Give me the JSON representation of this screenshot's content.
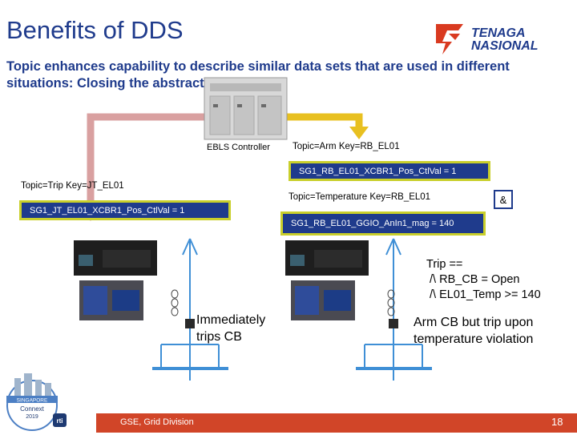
{
  "slide": {
    "title": "Benefits of DDS",
    "subtitle": "Topic enhances capability to describe similar data sets that are used in different situations: Closing the abstraction gap"
  },
  "logo": {
    "line1": "TENAGA",
    "line2": "NASIONAL"
  },
  "controller": {
    "label": "EBLS Controller"
  },
  "topics": {
    "arm": "Topic=Arm Key=RB_EL01",
    "arm_sample": "SG1_RB_EL01_XCBR1_Pos_CtlVal = 1",
    "trip": "Topic=Trip Key=JT_EL01",
    "trip_sample": "SG1_JT_EL01_XCBR1_Pos_CtlVal = 1",
    "temperature": "Topic=Temperature Key=RB_EL01",
    "temperature_sample": "SG1_RB_EL01_GGIO_AnIn1_mag = 140",
    "and_operator": "&"
  },
  "left_ied": {
    "caption": "Immediately\ntrips CB"
  },
  "right_ied": {
    "condition": "Trip ==\n /\\ RB_CB = Open\n /\\ EL01_Temp >= 140",
    "caption": "Arm CB but trip upon\ntemperature violation"
  },
  "footer": {
    "division": "GSE, Grid Division",
    "page": "18"
  },
  "badge": {
    "line1": "SINGAPORE",
    "line2": "Connext",
    "line3": "2019",
    "brand": "rti"
  },
  "colors": {
    "title_blue": "#1f3b8c",
    "pink_arrow": "#d9a0a0",
    "yellow_arrow": "#e8c020",
    "box_fill": "#1f3b8c",
    "box_border": "#c9cf2b",
    "footer_red": "#d14528",
    "line_blue": "#3f8fd6",
    "logo_red": "#d93a20"
  }
}
